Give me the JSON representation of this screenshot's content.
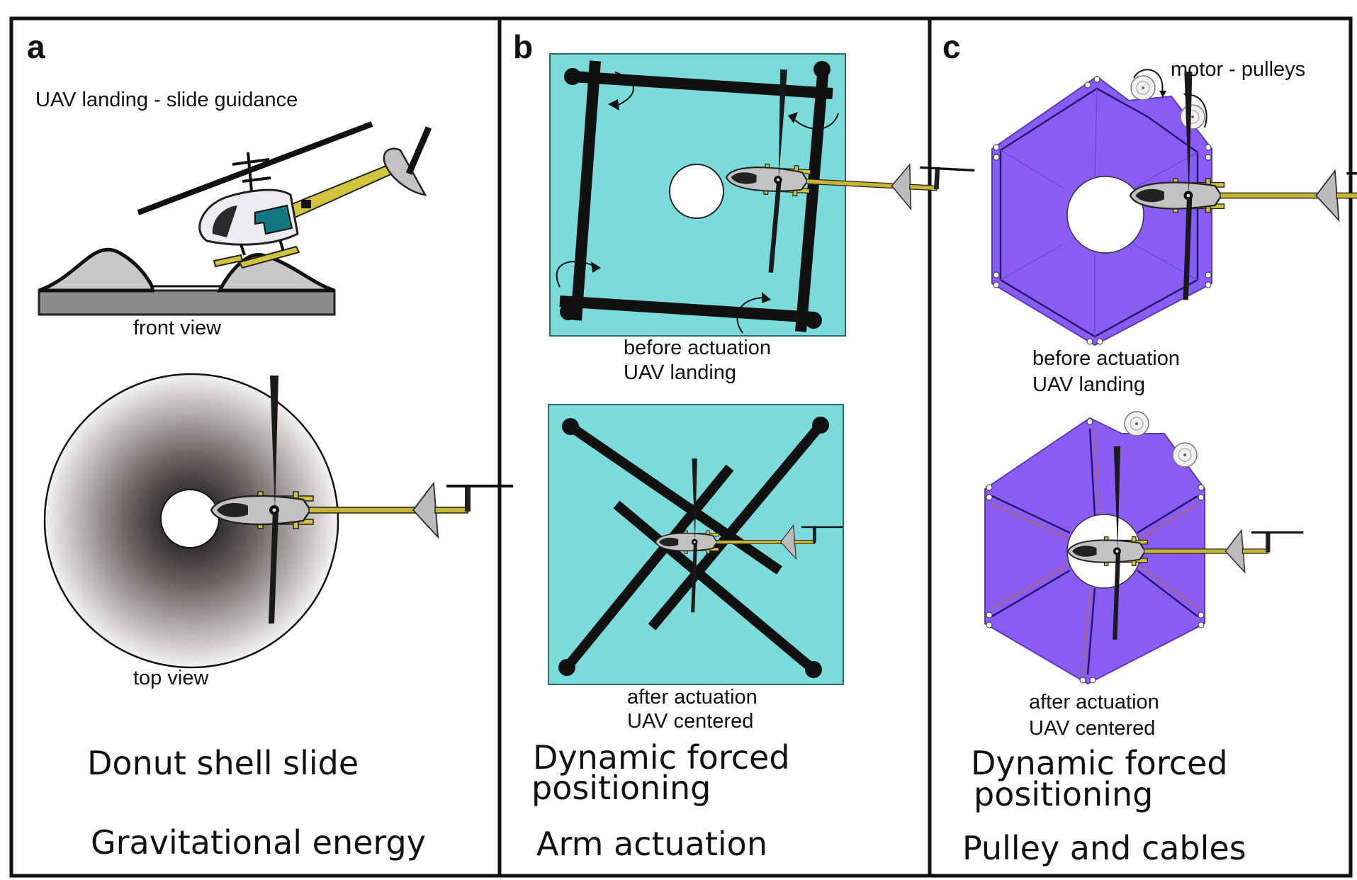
{
  "panels": {
    "a": {
      "letter": "a",
      "top_label": "UAV landing - slide guidance",
      "front_view": "front view",
      "top_view": "top view",
      "title": "Donut shell slide",
      "subtitle": "Gravitational energy",
      "colors": {
        "slide": "#c8c8c8",
        "base": "#8c8c8c",
        "canopy": "#147882",
        "gold": "#d2c33c"
      }
    },
    "b": {
      "letter": "b",
      "before_line1": "before actuation",
      "before_line2": "UAV landing",
      "after_line1": "after actuation",
      "after_line2": "UAV centered",
      "title_line1": "Dynamic forced",
      "title_line2": "positioning",
      "subtitle": "Arm actuation",
      "colors": {
        "platform": "#7bdbdb",
        "arm": "#111111"
      }
    },
    "c": {
      "letter": "c",
      "pulley_label": "motor - pulleys",
      "before_line1": "before actuation",
      "before_line2": "UAV landing",
      "after_line1": "after actuation",
      "after_line2": "UAV centered",
      "title_line1": "Dynamic forced",
      "title_line2": "positioning",
      "subtitle": "Pulley and cables",
      "colors": {
        "platform": "#8a5cf6",
        "cable": "#241a6b"
      }
    }
  }
}
